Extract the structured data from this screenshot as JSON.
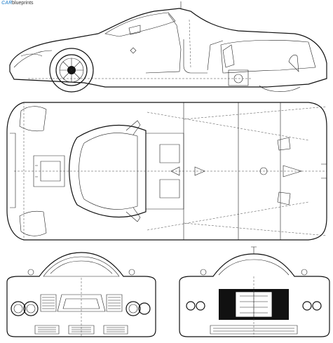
{
  "brand": {
    "part1": "CAR",
    "part2": "blueprints"
  },
  "views": [
    "side-view",
    "top-view",
    "front-view",
    "rear-view"
  ],
  "colors": {
    "line": "#111111",
    "brand_accent": "#5aa0d8",
    "background": "#ffffff"
  }
}
